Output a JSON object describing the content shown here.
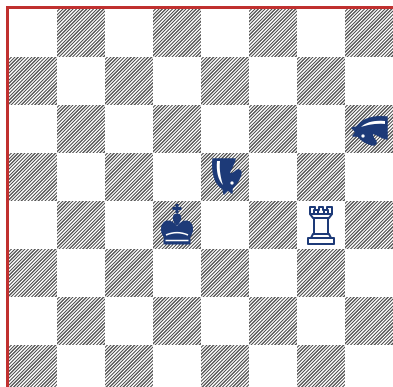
{
  "board": {
    "border_color": "#c0302f",
    "light_color": "#ffffff",
    "dark_hatch_color": "#555555",
    "piece_color": "#1d3a78"
  },
  "pieces": [
    {
      "name": "knight",
      "color": "blue",
      "square": "h6",
      "orientation": "rotated-left"
    },
    {
      "name": "knight",
      "color": "blue",
      "square": "e5",
      "orientation": "rotated-180"
    },
    {
      "name": "king",
      "color": "blue",
      "square": "d4",
      "orientation": "upright"
    },
    {
      "name": "rook",
      "color": "blue",
      "square": "g4",
      "orientation": "upright"
    }
  ]
}
